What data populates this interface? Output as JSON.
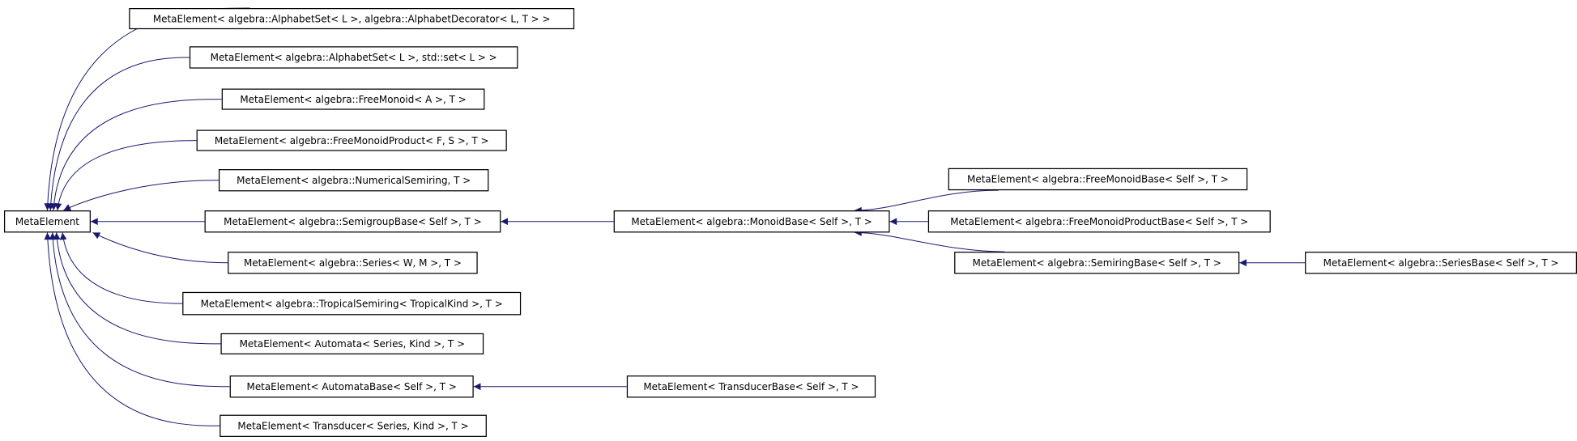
{
  "diagram": {
    "type": "inheritance-graph",
    "edge_color": "#191970",
    "nodes": [
      {
        "id": "root",
        "label": "MetaElement"
      },
      {
        "id": "n1",
        "label": "MetaElement< algebra::AlphabetSet< L >, algebra::AlphabetDecorator< L, T > >"
      },
      {
        "id": "n2",
        "label": "MetaElement< algebra::AlphabetSet< L >, std::set< L > >"
      },
      {
        "id": "n3",
        "label": "MetaElement< algebra::FreeMonoid< A >, T >"
      },
      {
        "id": "n4",
        "label": "MetaElement< algebra::FreeMonoidProduct< F, S >, T >"
      },
      {
        "id": "n5",
        "label": "MetaElement< algebra::NumericalSemiring, T >"
      },
      {
        "id": "n6",
        "label": "MetaElement< algebra::SemigroupBase< Self >, T >"
      },
      {
        "id": "n7",
        "label": "MetaElement< algebra::Series< W, M >, T >"
      },
      {
        "id": "n8",
        "label": "MetaElement< algebra::TropicalSemiring< TropicalKind >, T >"
      },
      {
        "id": "n9",
        "label": "MetaElement< Automata< Series, Kind >, T >"
      },
      {
        "id": "n10",
        "label": "MetaElement< AutomataBase< Self >, T >"
      },
      {
        "id": "n11",
        "label": "MetaElement< Transducer< Series, Kind >, T >"
      },
      {
        "id": "m1",
        "label": "MetaElement< algebra::MonoidBase< Self >, T >"
      },
      {
        "id": "f1",
        "label": "MetaElement< algebra::FreeMonoidBase< Self >, T >"
      },
      {
        "id": "f2",
        "label": "MetaElement< algebra::FreeMonoidProductBase< Self >, T >"
      },
      {
        "id": "s1",
        "label": "MetaElement< algebra::SemiringBase< Self >, T >"
      },
      {
        "id": "s2",
        "label": "MetaElement< algebra::SeriesBase< Self >, T >"
      },
      {
        "id": "t1",
        "label": "MetaElement< TransducerBase< Self >, T >"
      }
    ],
    "edges": [
      {
        "from": "n1",
        "to": "root"
      },
      {
        "from": "n2",
        "to": "root"
      },
      {
        "from": "n3",
        "to": "root"
      },
      {
        "from": "n4",
        "to": "root"
      },
      {
        "from": "n5",
        "to": "root"
      },
      {
        "from": "n6",
        "to": "root"
      },
      {
        "from": "n7",
        "to": "root"
      },
      {
        "from": "n8",
        "to": "root"
      },
      {
        "from": "n9",
        "to": "root"
      },
      {
        "from": "n10",
        "to": "root"
      },
      {
        "from": "n11",
        "to": "root"
      },
      {
        "from": "m1",
        "to": "n6"
      },
      {
        "from": "f1",
        "to": "m1"
      },
      {
        "from": "f2",
        "to": "m1"
      },
      {
        "from": "s1",
        "to": "m1"
      },
      {
        "from": "s2",
        "to": "s1"
      },
      {
        "from": "t1",
        "to": "n10"
      }
    ]
  }
}
